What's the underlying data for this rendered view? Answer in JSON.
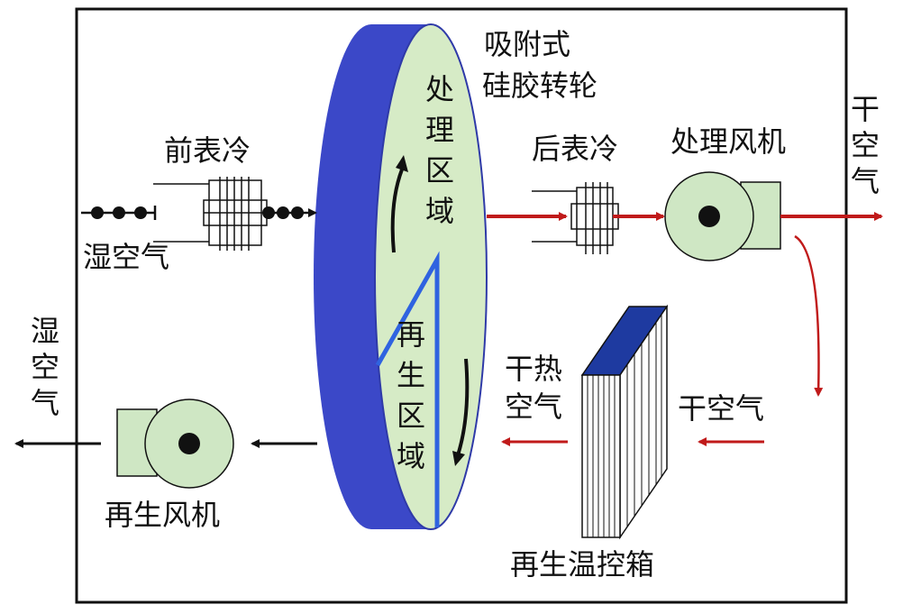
{
  "labels": {
    "wheel_title_line1": "吸附式",
    "wheel_title_line2": "硅胶转轮",
    "process_zone": [
      "处",
      "理",
      "区",
      "域"
    ],
    "regen_zone": [
      "再",
      "生",
      "区",
      "域"
    ],
    "front_cooler": "前表冷",
    "rear_cooler": "后表冷",
    "process_fan": "处理风机",
    "wet_air_in": "湿空气",
    "dry_air_out": [
      "干",
      "空",
      "气"
    ],
    "wet_air_out": [
      "湿",
      "空",
      "气"
    ],
    "regen_fan": "再生风机",
    "dry_hot_air_line1": "干热",
    "dry_hot_air_line2": "空气",
    "dry_air_in": "干空气",
    "regen_box": "再生温控箱"
  },
  "colors": {
    "wheel_rim": "#3b48c8",
    "wheel_face": "#d6ebc6",
    "divider": "#2f63e0",
    "fan_body": "#cfe7c4",
    "hot_arrow": "#c01a1a",
    "box_top": "#1e3aa0",
    "ink": "#111111"
  }
}
